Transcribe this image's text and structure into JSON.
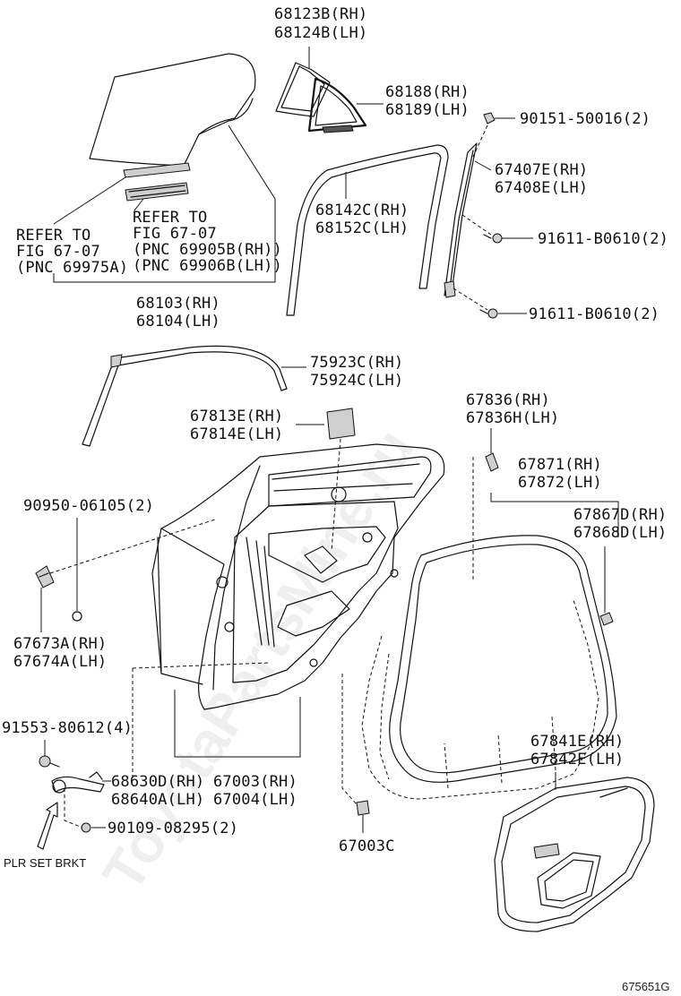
{
  "figure_id": "675651G",
  "watermark": "ToyotaPartsMine.ru",
  "labels": {
    "p68123": "68123B(RH)",
    "p68124": "68124B(LH)",
    "p68188": "68188(RH)",
    "p68189": "68189(LH)",
    "p90151": "90151-50016(2)",
    "p67407": "67407E(RH)",
    "p67408": "67408E(LH)",
    "p68142": "68142C(RH)",
    "p68152": "68152C(LH)",
    "p91611a": "91611-B0610(2)",
    "p91611b": "91611-B0610(2)",
    "ref1_l1": "REFER TO",
    "ref1_l2": "FIG 67-07",
    "ref1_l3": "(PNC 69975A)",
    "ref2_l1": "REFER TO",
    "ref2_l2": "FIG 67-07",
    "ref2_l3": "(PNC 69905B(RH))",
    "ref2_l4": "(PNC 69906B(LH))",
    "p68103": "68103(RH)",
    "p68104": "68104(LH)",
    "p75923": "75923C(RH)",
    "p75924": "75924C(LH)",
    "p67836a": "67836(RH)",
    "p67836h": "67836H(LH)",
    "p67813": "67813E(RH)",
    "p67814": "67814E(LH)",
    "p67871": "67871(RH)",
    "p67872": "67872(LH)",
    "p90950": "90950-06105(2)",
    "p67867": "67867D(RH)",
    "p67868": "67868D(LH)",
    "p67673": "67673A(RH)",
    "p67674": "67674A(LH)",
    "p91553": "91553-80612(4)",
    "p67841": "67841E(RH)",
    "p67842": "67842E(LH)",
    "p68630": "68630D(RH)",
    "p68640": "68640A(LH)",
    "p67003rh": "67003(RH)",
    "p67004lh": "67004(LH)",
    "p90109": "90109-08295(2)",
    "plr": "PLR SET BRKT",
    "p67003c": "67003C"
  }
}
